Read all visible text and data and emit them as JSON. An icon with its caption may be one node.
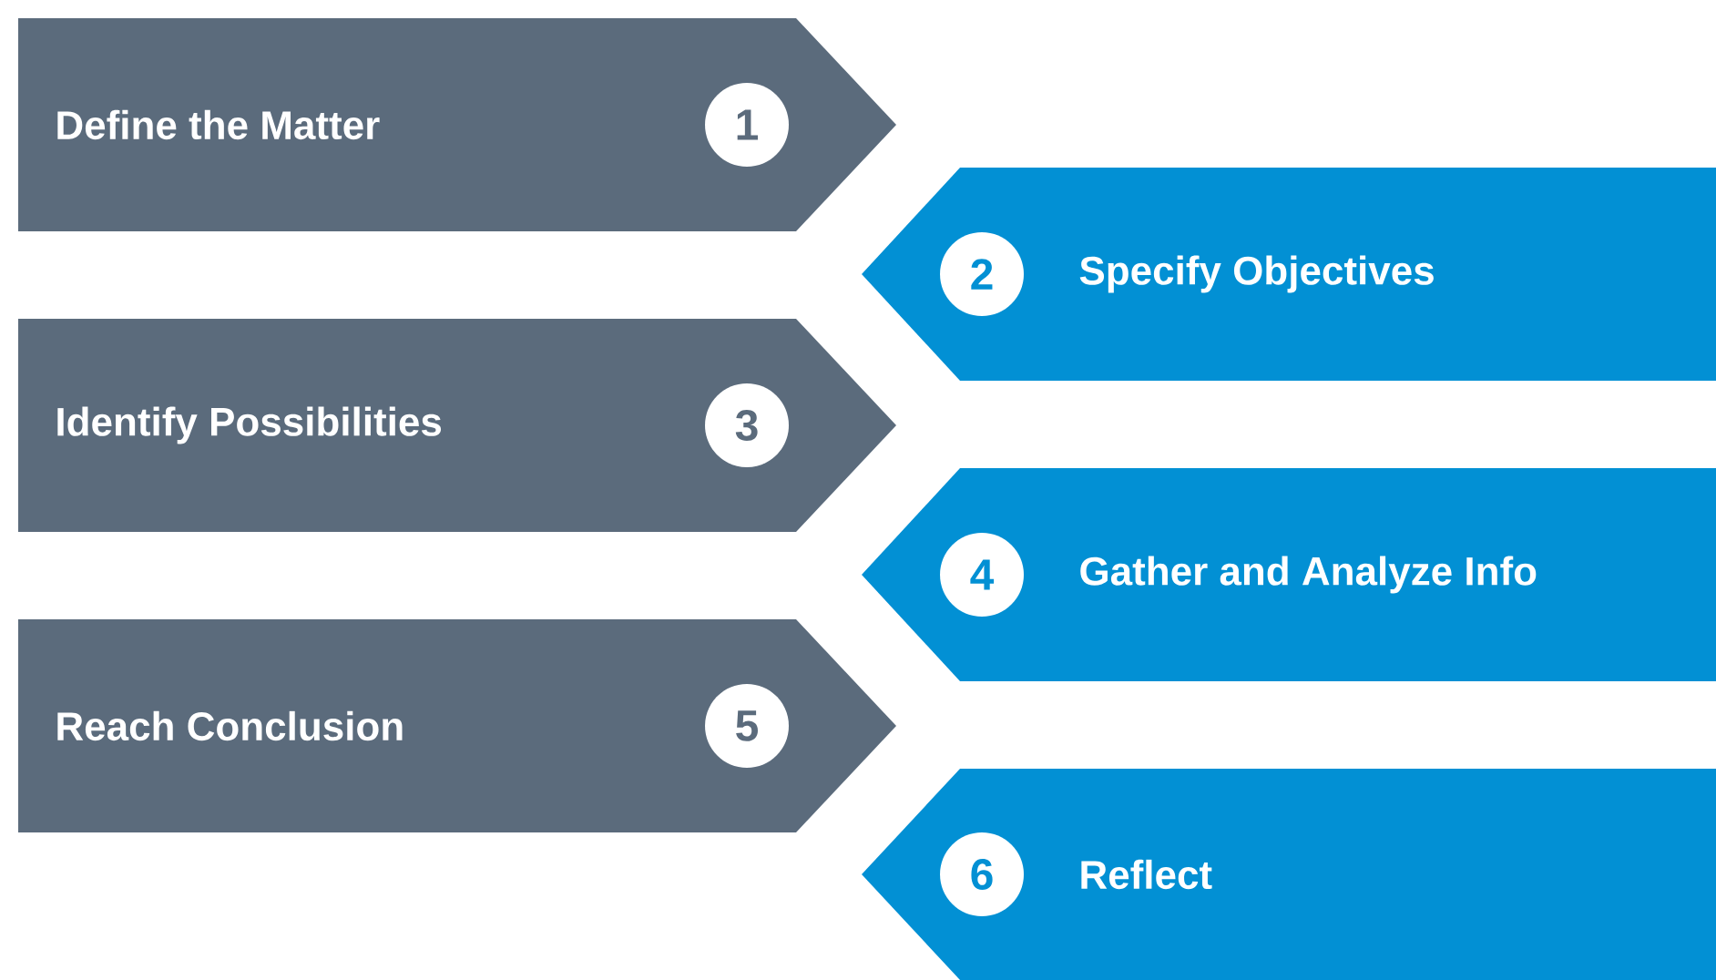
{
  "diagram": {
    "nodes": [
      {
        "text": [
          "Define the Matter"
        ]
      },
      {
        "text": [
          "1"
        ],
        "in": 0
      },
      {
        "text": [
          "Specify Objectives"
        ]
      },
      {
        "text": [
          "2"
        ],
        "in": 2
      },
      {
        "text": [
          "Identify Possibilities"
        ]
      },
      {
        "text": [
          "3"
        ],
        "in": 4
      },
      {
        "text": [
          "Gather and Analyze Info"
        ]
      },
      {
        "text": [
          "4"
        ],
        "in": 6
      },
      {
        "text": [
          "Reach Conclusion"
        ]
      },
      {
        "text": [
          "5"
        ],
        "in": 8
      },
      {
        "text": [
          "Reflect"
        ]
      },
      {
        "text": [
          "6"
        ],
        "in": 10
      }
    ]
  }
}
